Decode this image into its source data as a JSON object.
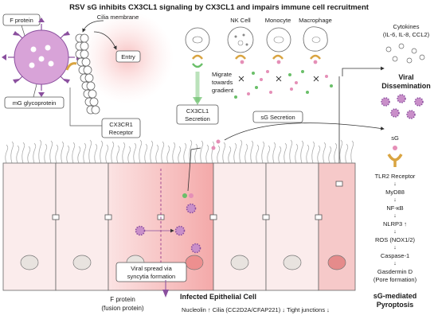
{
  "title": "RSV sG inhibits CX3CL1 signaling by CX3CL1 and impairs immune cell recruitment",
  "labels": {
    "f_protein": "F protein",
    "cilia_membrane": "Cilia membrane",
    "entry": "Entry",
    "mg_glycoprotein": "mG glycoprotein",
    "cx3cr1_receptor": [
      "CX3CR1",
      "Receptor"
    ],
    "nk_cell": "NK Cell",
    "monocyte": "Monocyte",
    "macrophage": "Macrophage",
    "migrate": [
      "Migrate",
      "towards",
      "gradient"
    ],
    "cx3cl1_secretion": [
      "CX3CL1",
      "Secretion"
    ],
    "sg_secretion": "sG Secretion",
    "cytokines": [
      "Cytokines",
      "(IL-6, IL-8, CCL2)"
    ],
    "viral_dissemination": [
      "Viral",
      "Dissemination"
    ],
    "sg": "sG",
    "viral_spread": [
      "Viral spread via",
      "syncytia formation"
    ],
    "f_protein_fusion": [
      "F protein",
      "(fusion protein)"
    ],
    "infected_cell": "Infected Epithelial Cell",
    "infected_changes": "Nucleolin ↑  Cilia (CC2D2A/CFAP221) ↓  Tight junctions ↓",
    "pathway": [
      "TLR2 Receptor",
      "MyD88",
      "NF-κB",
      "NLRP3 ↑",
      "ROS (NOX1/2)",
      "Caspase-1",
      "Gasdermin D",
      "(Pore formation)"
    ],
    "pyroptosis": [
      "sG-mediated",
      "Pyroptosis"
    ]
  },
  "colors": {
    "virus": "#c98fc9",
    "virus_spike": "#8a4f9e",
    "cell_fill": "#fbecec",
    "infected_fill": "#f6b9b9",
    "green": "#6abf69",
    "pink": "#e58fb7",
    "receptor": "#d9a441"
  }
}
